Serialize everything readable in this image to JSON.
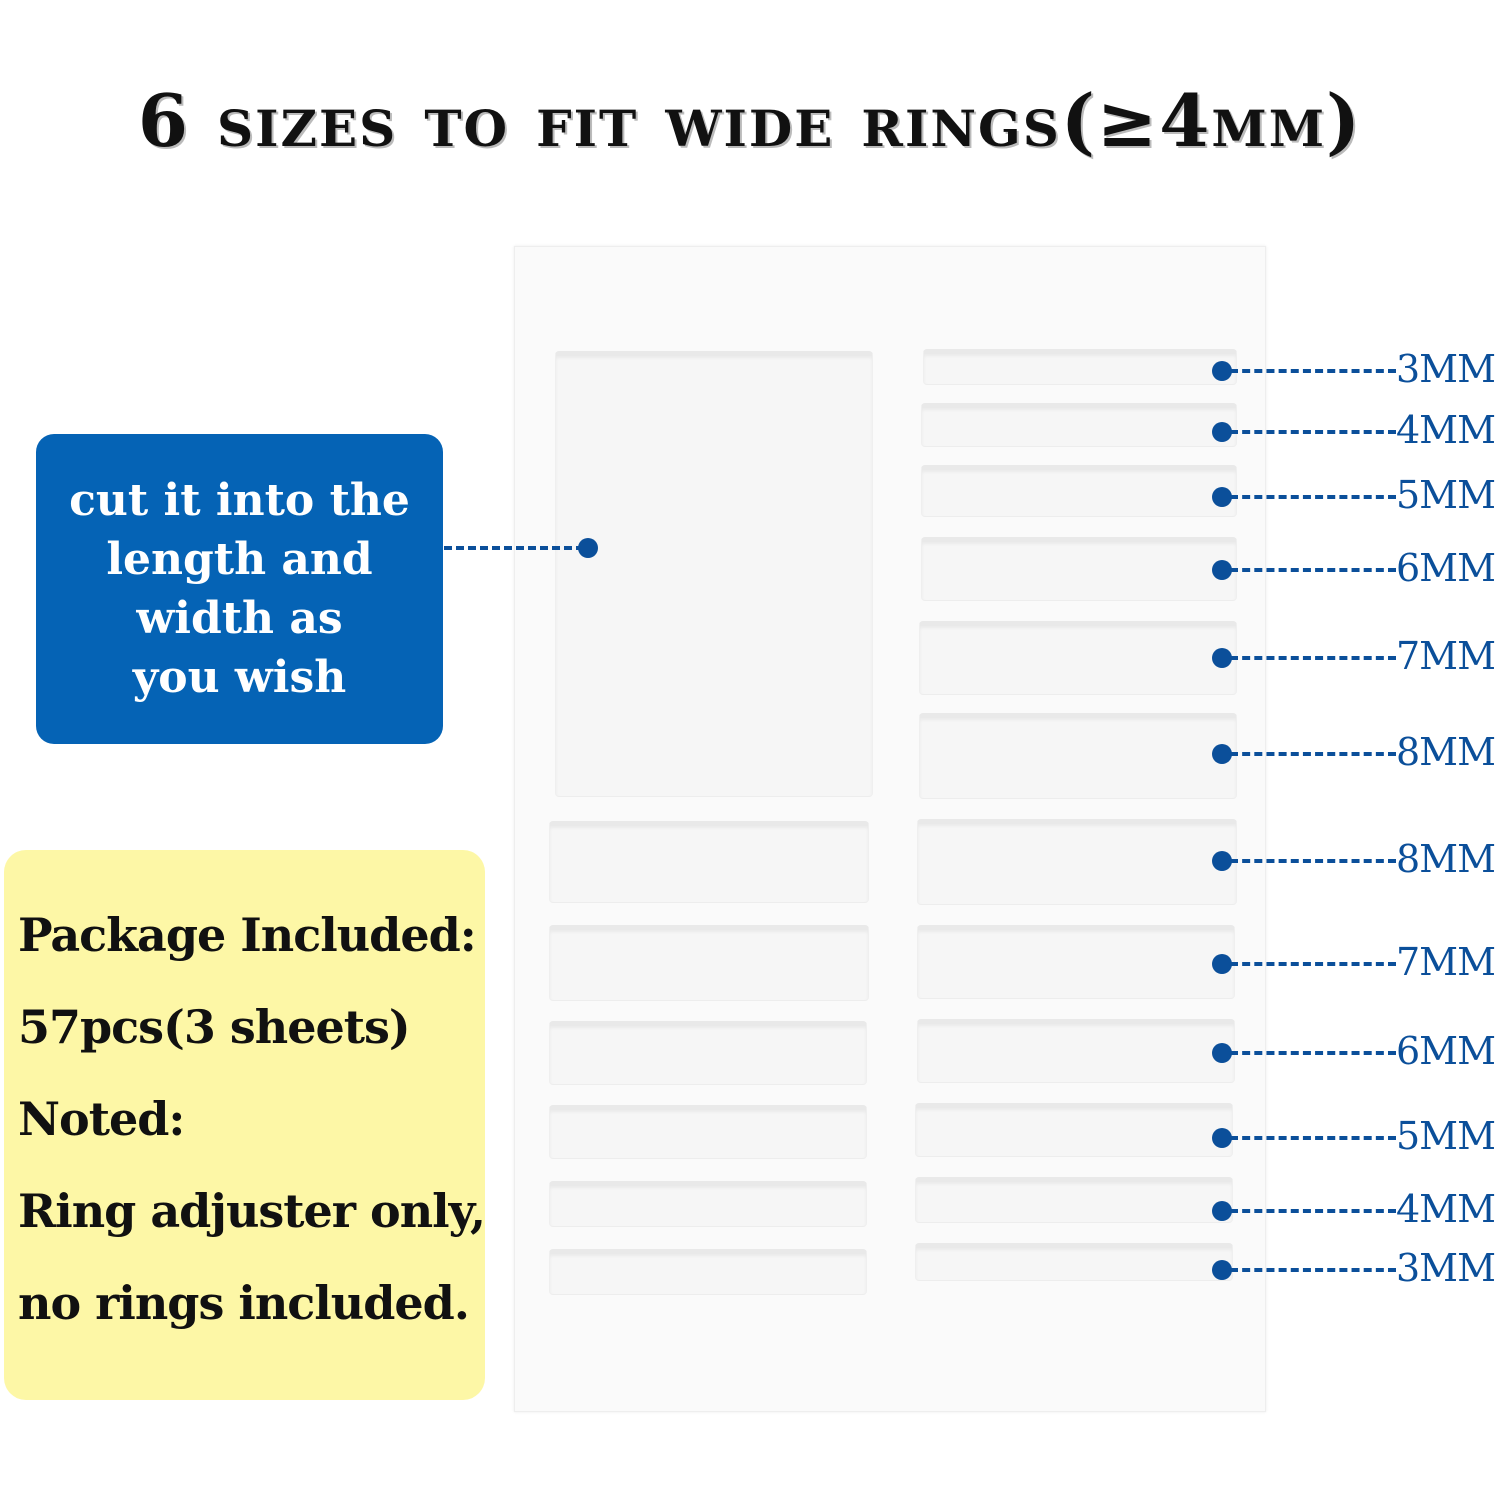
{
  "title": "6 sizes to fit wide rings(≥4mm)",
  "callout": {
    "lines": [
      "cut it into the",
      "length and",
      "width as",
      "you wish"
    ]
  },
  "package_info": {
    "lines": [
      "Package Included:",
      "57pcs(3 sheets)",
      "Noted:",
      "Ring adjuster only,",
      "no rings included."
    ]
  },
  "size_labels": [
    "3MM",
    "4MM",
    "5MM",
    "6MM",
    "7MM",
    "8MM",
    "8MM",
    "7MM",
    "6MM",
    "5MM",
    "4MM",
    "3MM"
  ],
  "colors": {
    "accent_blue": "#0563b5",
    "marker_blue": "#0b4f9a",
    "note_yellow": "#fdf7a6"
  }
}
